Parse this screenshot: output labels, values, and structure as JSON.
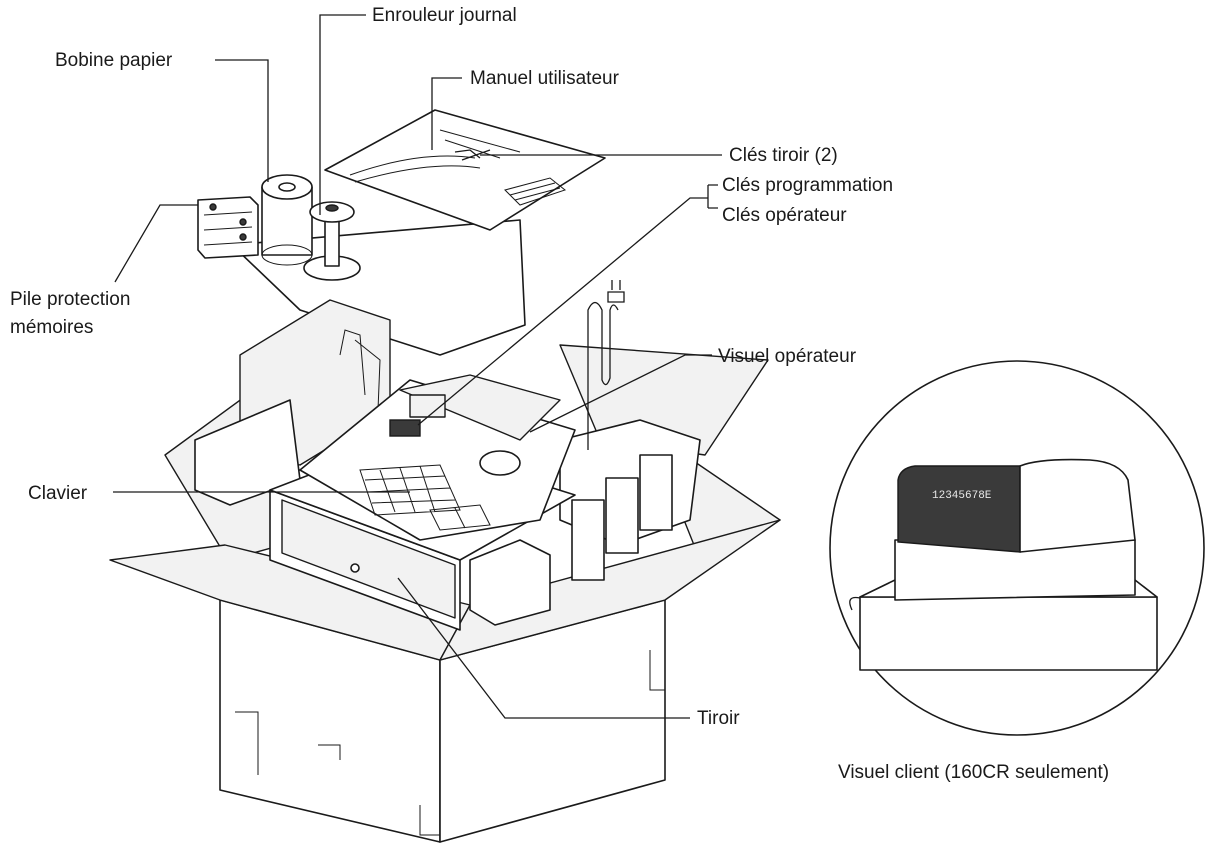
{
  "labels": {
    "enrouleur": "Enrouleur journal",
    "bobine": "Bobine papier",
    "manuel": "Manuel utilisateur",
    "cles_tiroir": "Clés tiroir (2)",
    "cles_programmation": "Clés programmation",
    "cles_operateur": "Clés opérateur",
    "pile_line1": "Pile protection",
    "pile_line2": "mémoires",
    "visuel_operateur": "Visuel opérateur",
    "clavier": "Clavier",
    "tiroir": "Tiroir",
    "visuel_client": "Visuel client (160CR seulement)"
  },
  "customer_display_digits": "12345678E"
}
